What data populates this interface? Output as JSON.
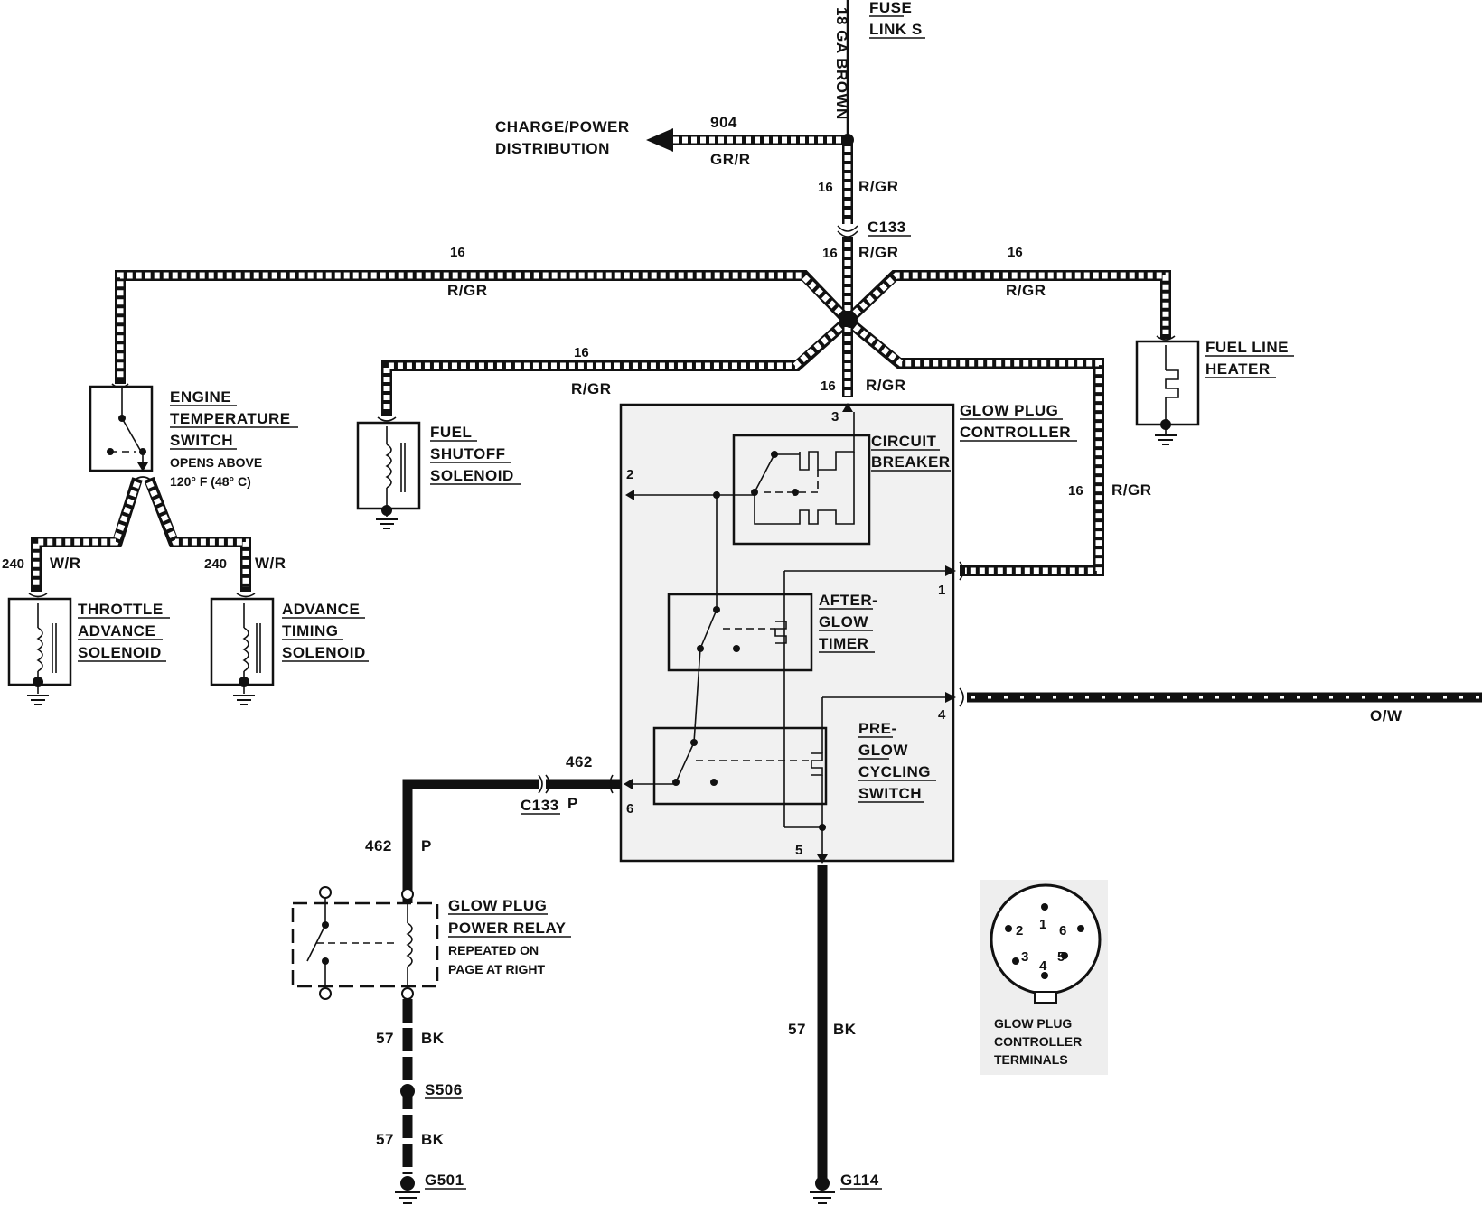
{
  "power": {
    "fuse_link": [
      "FUSE",
      "LINK S"
    ],
    "feed_wire": "18 GA BROWN",
    "charge_dist": [
      "CHARGE/POWER",
      "DISTRIBUTION"
    ],
    "circuit_904": "904",
    "color_gr_r": "GR/R"
  },
  "wires": {
    "gauge_16": "16",
    "color_r_gr": "R/GR",
    "gauge_240": "240",
    "color_w_r": "W/R",
    "circuit_462": "462",
    "color_p": "P",
    "circuit_57": "57",
    "color_bk": "BK",
    "color_o_w": "O/W"
  },
  "connectors": {
    "c133_top": "C133",
    "c133_bottom": "C133",
    "s506": "S506",
    "g501": "G501",
    "g114": "G114"
  },
  "components": {
    "engine_temp_switch": [
      "ENGINE",
      "TEMPERATURE",
      "SWITCH"
    ],
    "engine_temp_note": [
      "OPENS ABOVE",
      "120° F (48° C)"
    ],
    "fuel_shutoff": [
      "FUEL",
      "SHUTOFF",
      "SOLENOID"
    ],
    "fuel_line_heater": [
      "FUEL LINE",
      "HEATER"
    ],
    "throttle_advance": [
      "THROTTLE",
      "ADVANCE",
      "SOLENOID"
    ],
    "advance_timing": [
      "ADVANCE",
      "TIMING",
      "SOLENOID"
    ],
    "glow_plug_controller": [
      "GLOW PLUG",
      "CONTROLLER"
    ],
    "circuit_breaker": [
      "CIRCUIT",
      "BREAKER"
    ],
    "after_glow_timer": [
      "AFTER-",
      "GLOW",
      "TIMER"
    ],
    "pre_glow_switch": [
      "PRE-",
      "GLOW",
      "CYCLING",
      "SWITCH"
    ],
    "glow_plug_relay": [
      "GLOW PLUG",
      "POWER RELAY"
    ],
    "relay_note": [
      "REPEATED ON",
      "PAGE AT RIGHT"
    ]
  },
  "pins": {
    "p1": "1",
    "p2": "2",
    "p3": "3",
    "p4": "4",
    "p5": "5",
    "p6": "6"
  },
  "terminal_view": {
    "pins": [
      "1",
      "2",
      "3",
      "4",
      "5",
      "6"
    ],
    "caption": [
      "GLOW PLUG",
      "CONTROLLER",
      "TERMINALS"
    ]
  }
}
